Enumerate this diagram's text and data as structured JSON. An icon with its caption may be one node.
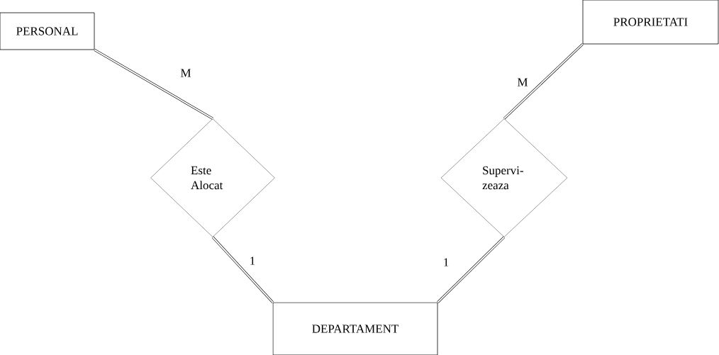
{
  "diagram": {
    "nodes": [
      {
        "text": [
          "PERSONAL"
        ]
      },
      {
        "text": [
          "PROPRIETATI"
        ]
      },
      {
        "text": [
          "Este Alocat"
        ]
      },
      {
        "text": [
          "Supervi- zeaza"
        ]
      },
      {
        "text": [
          "DEPARTAMENT"
        ]
      }
    ],
    "edges": [
      {
        "from": 0,
        "to": 2,
        "arrow": "none",
        "label": "M"
      },
      {
        "from": 2,
        "to": 4,
        "arrow": "none",
        "label": "1"
      },
      {
        "from": 1,
        "to": 3,
        "arrow": "none",
        "label": "M"
      },
      {
        "from": 3,
        "to": 4,
        "arrow": "none",
        "label": "1"
      }
    ]
  }
}
